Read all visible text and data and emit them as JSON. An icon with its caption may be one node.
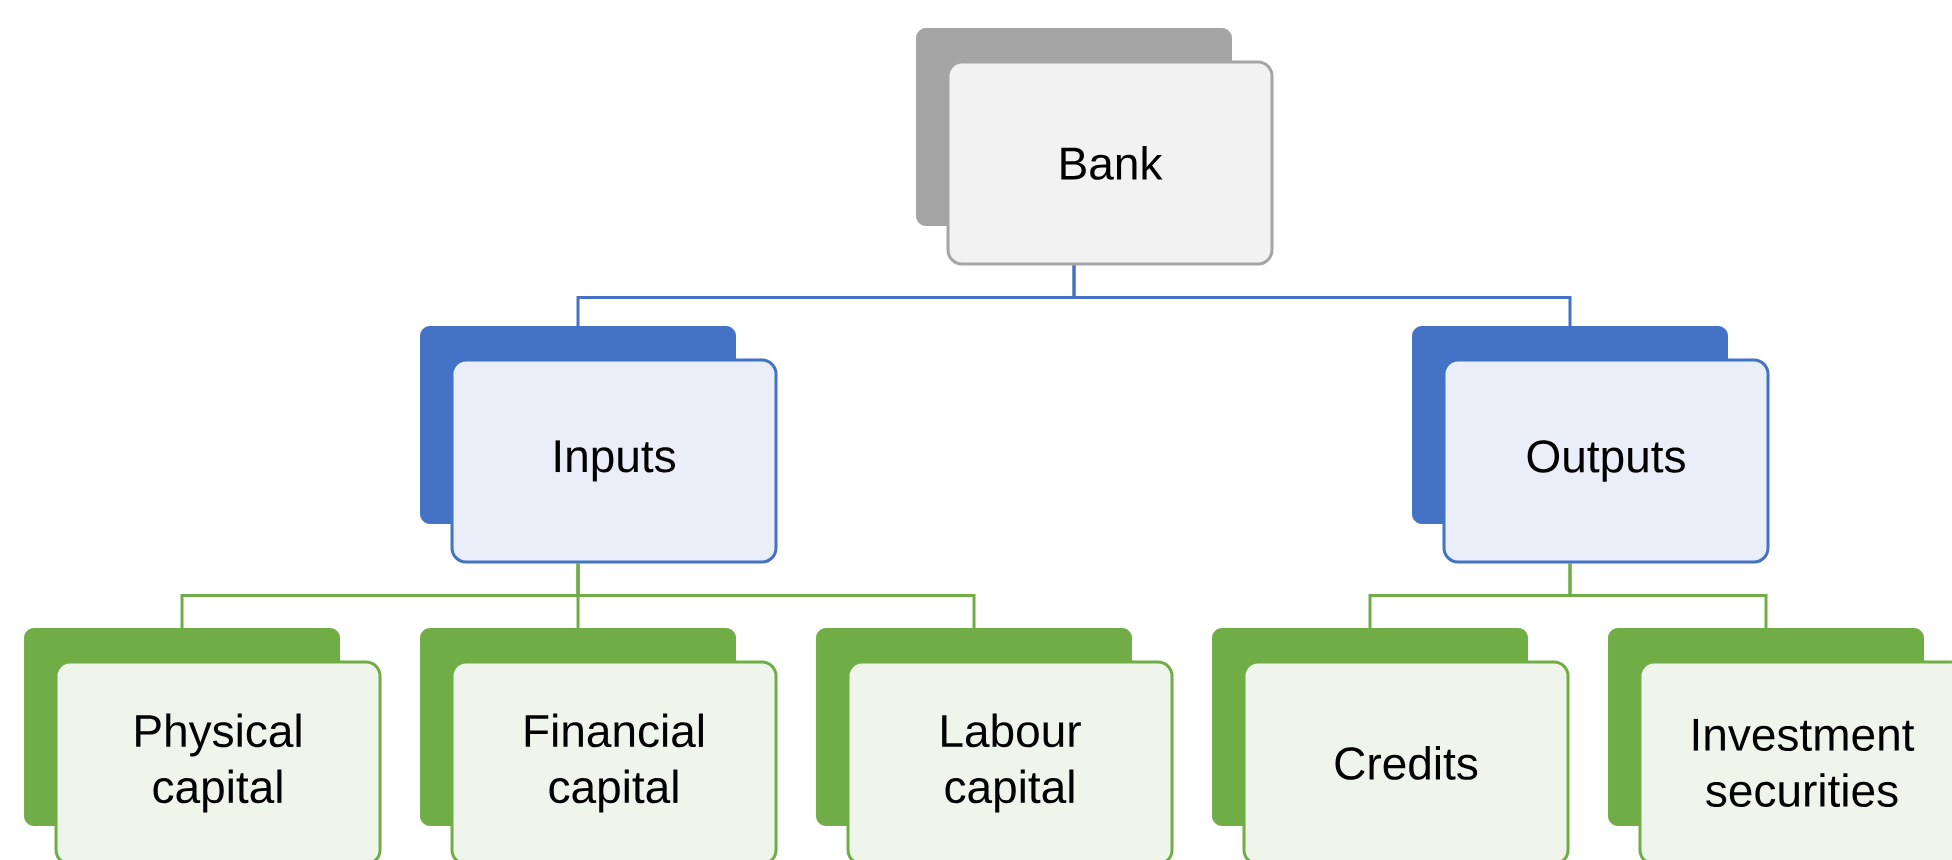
{
  "diagram": {
    "nodes": [
      {
        "text": [
          "Bank"
        ]
      },
      {
        "text": [
          "Inputs"
        ]
      },
      {
        "text": [
          "Outputs"
        ]
      },
      {
        "text": [
          "Physical capital"
        ]
      },
      {
        "text": [
          "Financial capital"
        ]
      },
      {
        "text": [
          "Labour capital"
        ]
      },
      {
        "text": [
          "Credits"
        ]
      },
      {
        "text": [
          "Investment securities"
        ]
      }
    ],
    "edges": [
      {
        "from": 0,
        "to": 1,
        "arrow": "none",
        "color": "#4472c4"
      },
      {
        "from": 0,
        "to": 2,
        "arrow": "none",
        "color": "#4472c4"
      },
      {
        "from": 1,
        "to": 3,
        "arrow": "none"
      },
      {
        "from": 1,
        "to": 4,
        "arrow": "none"
      },
      {
        "from": 1,
        "to": 5,
        "arrow": "none"
      },
      {
        "from": 2,
        "to": 6,
        "arrow": "none"
      },
      {
        "from": 2,
        "to": 7,
        "arrow": "none"
      }
    ]
  }
}
